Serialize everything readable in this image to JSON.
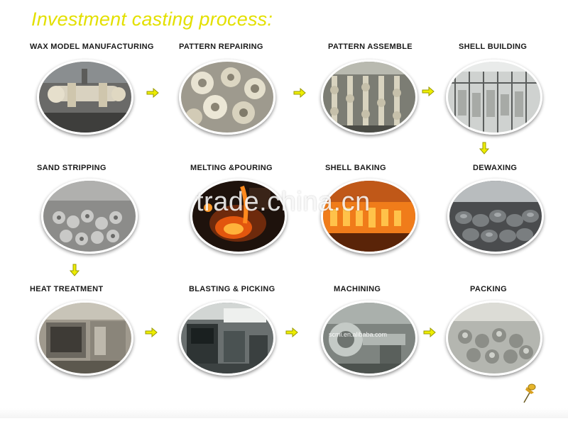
{
  "title": "Investment casting process:",
  "steps": [
    {
      "label": "WAX MODEL MANUFACTURING",
      "image": "wax-model-photo"
    },
    {
      "label": "PATTERN REPAIRING",
      "image": "pattern-repair-photo"
    },
    {
      "label": "PATTERN ASSEMBLE",
      "image": "pattern-assemble-photo"
    },
    {
      "label": "SHELL BUILDING",
      "image": "shell-building-photo"
    },
    {
      "label": "SAND STRIPPING",
      "image": "sand-stripping-photo"
    },
    {
      "label": "MELTING &POURING",
      "image": "melting-pouring-photo"
    },
    {
      "label": "SHELL BAKING",
      "image": "shell-baking-photo"
    },
    {
      "label": "DEWAXING",
      "image": "dewaxing-photo"
    },
    {
      "label": "HEAT TREATMENT",
      "image": "heat-treatment-photo"
    },
    {
      "label": "BLASTING & PICKING",
      "image": "blasting-picking-photo"
    },
    {
      "label": "MACHINING",
      "image": "machining-photo"
    },
    {
      "label": "PACKING",
      "image": "packing-photo"
    }
  ],
  "watermarks": {
    "main": "trade.china.cn",
    "photo": "scmi.en.alibaba.com"
  },
  "colors": {
    "title": "#e3e000",
    "arrow": "#eded00",
    "arrow_stroke": "#9a9a00"
  },
  "icons": {
    "arrow": "arrow-right-icon",
    "arrow_down": "arrow-down-icon",
    "pin": "push-pin-icon"
  }
}
